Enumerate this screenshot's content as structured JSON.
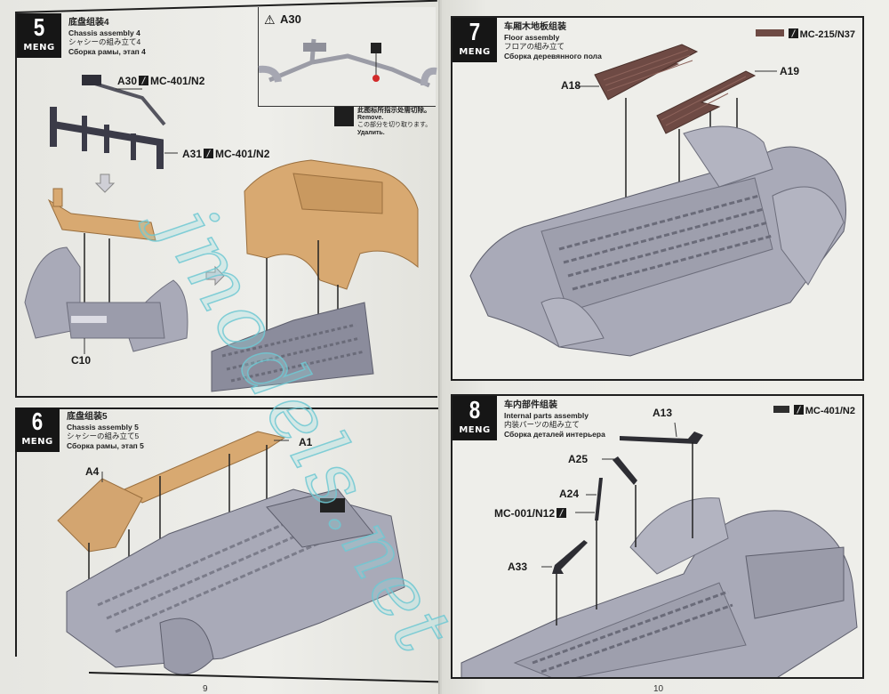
{
  "pages": {
    "left": {
      "number": "9"
    },
    "right": {
      "number": "10"
    }
  },
  "brand": "MENG",
  "watermark": "jmodels.net",
  "steps": [
    {
      "number": "5",
      "title_zh": "底盘组装4",
      "title_en": "Chassis assembly 4",
      "title_ja": "シャシーの組み立て4",
      "title_ru": "Сборка рамы, этап 4",
      "callouts": [
        {
          "part": "A30",
          "paint": "MC-401/N2"
        },
        {
          "part": "A31",
          "paint": "MC-401/N2"
        },
        {
          "part": "C10"
        }
      ],
      "detail_box": {
        "warning_icon": "warning-icon",
        "part": "A30"
      },
      "remove_note": {
        "zh": "此图标所指示处需切除。",
        "en": "Remove.",
        "ja": "この部分を切り取ります。",
        "ru": "Удалить."
      }
    },
    {
      "number": "6",
      "title_zh": "底盘组装5",
      "title_en": "Chassis assembly 5",
      "title_ja": "シャシーの組み立て5",
      "title_ru": "Сборка рамы, этап 5",
      "callouts": [
        {
          "part": "A1"
        },
        {
          "part": "A4"
        }
      ]
    },
    {
      "number": "7",
      "title_zh": "车厢木地板组装",
      "title_en": "Floor assembly",
      "title_ja": "フロアの組み立て",
      "title_ru": "Сборка деревянного пола",
      "paint_legend": {
        "paint": "MC-215/N37",
        "color": "#6e4a44"
      },
      "callouts": [
        {
          "part": "A18"
        },
        {
          "part": "A19"
        }
      ]
    },
    {
      "number": "8",
      "title_zh": "车内部件组装",
      "title_en": "Internal parts assembly",
      "title_ja": "内装パーツの組み立て",
      "title_ru": "Сборка деталей интерьера",
      "paint_legend": {
        "paint": "MC-401/N2",
        "color": "#2e2e2e"
      },
      "callouts": [
        {
          "part": "A13"
        },
        {
          "part": "A25"
        },
        {
          "part": "A24"
        },
        {
          "part": "MC-001/N12"
        },
        {
          "part": "A33"
        }
      ]
    }
  ],
  "colors": {
    "chassis_gray": "#a9aab8",
    "tan_part": "#d8a971",
    "wood_brown": "#6e4a44",
    "dark_part": "#2d2d33",
    "attach_point_red": "#d22a2a"
  }
}
